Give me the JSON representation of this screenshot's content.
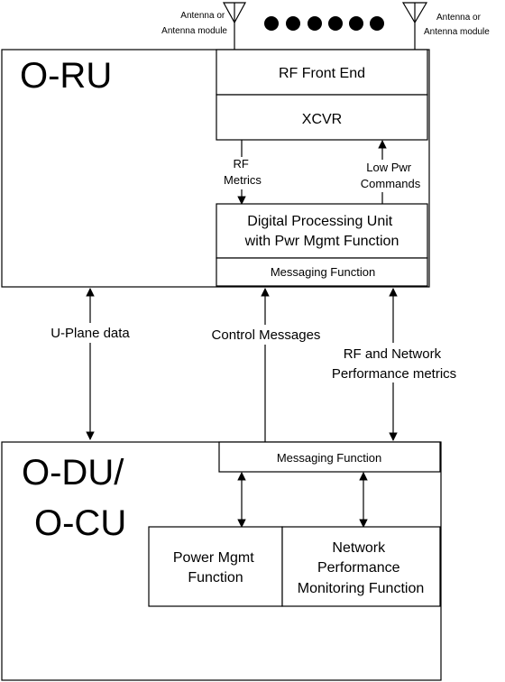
{
  "antennas": {
    "left_label": [
      "Antenna or",
      "Antenna module"
    ],
    "right_label": [
      "Antenna or",
      "Antenna module"
    ]
  },
  "o_ru": {
    "title": "O-RU",
    "rf_front_end": "RF Front End",
    "xcvr": "XCVR",
    "rf_metrics": [
      "RF",
      "Metrics"
    ],
    "low_pwr_commands": [
      "Low Pwr",
      "Commands"
    ],
    "dpu": [
      "Digital Processing Unit",
      "with Pwr Mgmt Function"
    ],
    "messaging_function": "Messaging Function"
  },
  "links": {
    "u_plane": "U-Plane data",
    "control_messages": "Control Messages",
    "rf_network_metrics": [
      "RF and Network",
      "Performance metrics"
    ]
  },
  "o_du_cu": {
    "title": [
      "O-DU/",
      "O-CU"
    ],
    "messaging_function": "Messaging Function",
    "power_mgmt": [
      "Power Mgmt",
      "Function"
    ],
    "network_perf": [
      "Network",
      "Performance",
      "Monitoring Function"
    ]
  }
}
